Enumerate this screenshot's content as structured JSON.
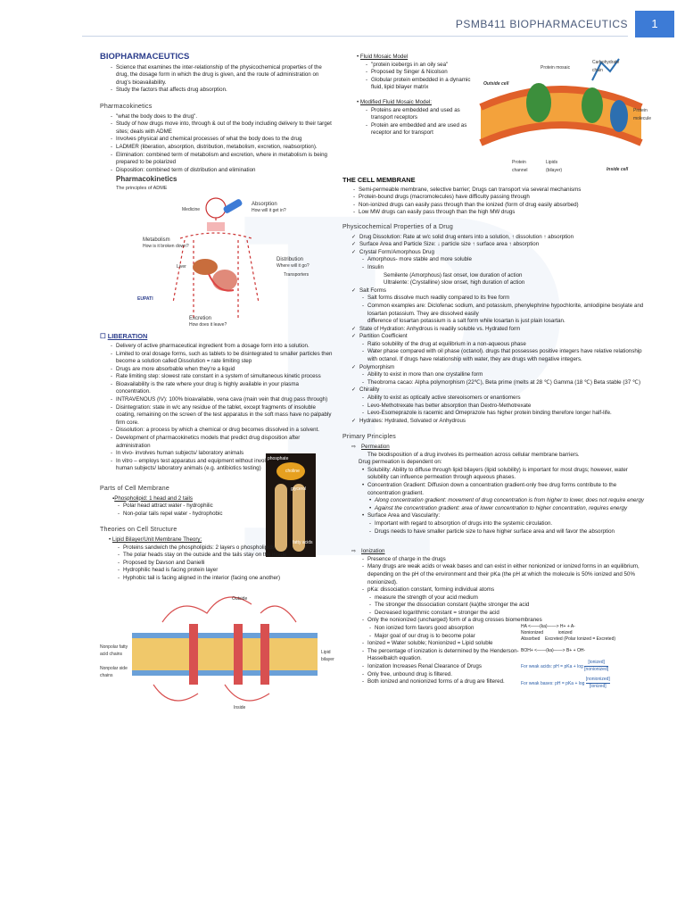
{
  "header": {
    "title": "PSMB411 BIOPHARMACEUTICS",
    "page": "1"
  },
  "left": {
    "bio_title": "BIOPHARMACEUTICS",
    "bio_items": [
      "Science that examines the inter-relationship of the physicochemical properties of the drug, the dosage form in which the drug is given, and the route of administration on drug's bioavailability.",
      "Study the factors that affects drug absorption."
    ],
    "pk_title": "Pharmacokinetics",
    "pk_items": [
      "\"what the body does to the drug\".",
      "Study of how drugs move into, through & out of the body including delivery to their target sites; deals with ADME",
      "Involves physical and chemical processes of what the body does to the drug",
      "LADMER (liberation, absorption, distribution, metabolism, excretion, reabsorption).",
      "Elimination: combined term of metabolism and excretion, where in metabolism is being prepared to be polarized",
      "Disposition: combined term of distribution and elimination"
    ],
    "adme_fig": {
      "title": "Pharmacokinetics",
      "subtitle": "The principles of ADME",
      "medicine": "Medicine",
      "absorption": "Absorption",
      "absorption_q": "How will it get in?",
      "metabolism": "Metabolism",
      "metabolism_q": "How is it broken down?",
      "liver": "Liver",
      "distribution": "Distribution",
      "distribution_q": "Where will it go?",
      "transporters": "Transporters",
      "excretion": "Excretion",
      "excretion_q": "How does it leave?",
      "logo": "EUPATI"
    },
    "lib_title": "LIBERATION",
    "lib_items": [
      "Delivery of active pharmaceutical ingredient from a dosage form into a solution.",
      "Limited to oral dosage forms, such as tablets to be disintegrated to smaller particles then become a solution called Dissolution = rate limiting step",
      "Drugs are more absorbable when they're a liquid",
      "Rate limiting step: slowest rate constant in a system of simultaneous kinetic process",
      "Bioavailability is the rate where your drug is highly available in your plasma concentration.",
      "INTRAVENOUS (IV): 100% bioavailable, vena cava (main vein that drug pass through)",
      "Disintegration: state in w/c any residue of the tablet, except fragments of insoluble coating, remaining on the screen of the test apparatus in the soft mass have no palpably firm core.",
      "Dissolution: a process by which a chemical or drug becomes dissolved in a solvent.",
      "Development of pharmacokinetics models that predict drug disposition after administration",
      "In vivo- involves human subjects/ laboratory animals",
      "In vitro – employs test apparatus and equipment without involving human subjects/ laboratory animals (e.g. antibiotics testing)"
    ],
    "parts_title": "Parts of Cell Membrane",
    "parts_lead": "Phospholipid: 1 head and 2 tails",
    "parts_items": [
      "Polar head attract water - hydrophilic",
      "Non-polar tails repel water - hydrophobic"
    ],
    "phospho_fig": {
      "phosphate": "phosphate",
      "choline": "choline",
      "glycerol": "glycerol",
      "fatty": "fatty acids"
    },
    "theory_title": "Theories on Cell Structure",
    "theory_lead": "Lipid Bilayer/Unit Membrane Theory:",
    "theory_items": [
      "Proteins sandwich the phospholipids: 2 layers o phospholipids",
      "The polar heads stay on the outside and the tails stay on the inside",
      "Proposed by Davson and Danielli",
      "Hydrophilic head is facing protein layer",
      "Hyphobic tail is facing aligned in the interior (facing one another)"
    ],
    "bilayer_fig": {
      "outside": "Outside",
      "inside": "Inside",
      "nonpolar": "Nonpolar fatty acid chains",
      "polar": "Nonpolar side chains",
      "lipid": "Lipid bilayer"
    }
  },
  "right": {
    "fluid_lead": "Fluid Mosaic Model",
    "fluid_items": [
      "\"protein icebergs in an oily sea\"",
      "Proposed by Singer & Nicolson",
      "Globular protein embedded in a dynamic fluid, lipid bilayer matrix"
    ],
    "mod_lead": "Modified Fluid Mosaic Model:",
    "mod_items": [
      "Proteins are embedded and used as transport receptors",
      "Protein are embedded and are used as receptor and for transport"
    ],
    "mosaic_fig": {
      "carbohydrate": "Carbohydrate chain",
      "protein_mol": "Protein molecule",
      "outside": "Outside cell",
      "inside": "Inside cell",
      "protein_mosaic": "Protein mosaic",
      "protein_channel": "Protein channel",
      "lipid": "Lipids (bilayer)"
    },
    "cell_title": "THE CELL MEMBRANE",
    "cell_items": [
      "Semi-permeable membrane, selective barrier; Drugs can transport via several mechanisms",
      "Protein-bound drugs (macromolecules) have difficulty passing through",
      "Non-ionized drugs can easily pass through than the ionized (form of drug easily absorbed)",
      "Low MW drugs can easily pass through than the high MW drugs"
    ],
    "phys_title": "Physicochemical Properties of a Drug",
    "phys1": "Drug Dissolution: Rate at w/c solid drug enters into a solution, ↑ dissolution ↑ absorption",
    "phys2": "Surface Area and Particle Size: ↓ particle size ↑ surface area ↑ absorption",
    "phys3": "Crystal Form/Amorphous Drug",
    "phys3a": "Amorphous- more stable and more soluble",
    "phys3b": "Insulin",
    "phys3c": "Semilente (Amorphous) fast onset, low duration of action",
    "phys3d": "Ultralente: (Crystalline) slow onset, high duration of action",
    "phys4": "Salt Forms",
    "phys4a": "Salt forms dissolve much readily compared to its free form",
    "phys4b": "Common examples are: Diclofenac sodium, and potassium, phenylephrine hypochlorite, amlodipine besylate and losartan potassium. They are dissolved easily",
    "phys4c": "difference of losartan potassium is a salt form while losartan is just plain losartan.",
    "phys5": "State of Hydration: Anhydrous is readily soluble vs. Hydrated form",
    "phys6": "Partition Coefficient",
    "phys6a": "Ratio solubility of the drug at equilibrium in a non-aqueous phase",
    "phys6b": "Water phase compared with oil phase (octanol). drugs that possesses positive integers have relative relationship with octanol. If drugs have relationship with water, they are drugs with negative integers.",
    "phys7": "Polymorphism",
    "phys7a": "Ability to exist in more than one crystalline form",
    "phys7b": "Theobroma cacao: Alpha polymorphism (22℃), Beta prime (melts at 28 ℃) Gamma (18 ℃) Beta stable (37 ℃)",
    "phys8": "Chirality",
    "phys8a": "Ability to exist as optically active stereoisomers or enantiomers",
    "phys8b": "Levo-Methotrexate has better absorption than Dextro-Methotrexate",
    "phys8c": "Levo-Esomeprazole is racemic and Omeprazole has higher protein binding therefore longer half-life.",
    "phys9": "Hydrates: Hydrated, Solvated or Anhydrous",
    "prim_title": "Primary Principles",
    "perm": "Permeation",
    "perm1": "The biodisposition of a drug involves its permeation across cellular membrane barriers.",
    "perm2": "Drug permeation is dependent on:",
    "perm_sol": "Solubility: Ability to diffuse through lipid bilayers (lipid solubility) is important for most drugs; however, water solubility can influence permeation through aqueous phases.",
    "perm_cg": "Concentration Gradient: Diffusion down a concentration gradient-only free drug forms contribute to the concentration gradient.",
    "perm_cg1": "Along concentration gradient: movement of drug concentration is from higher to lower, does not require energy",
    "perm_cg2": "Against the concentration gradient: area of lower concentration to higher concentration, requires energy",
    "perm_sa": "Surface Area and Vascularity:",
    "perm_sa1": "Important with regard to absorption of drugs into the systemic circulation.",
    "perm_sa2": "Drugs needs to have smaller particle size to have higher surface area and will favor the absorption",
    "ion": "Ionization",
    "ion_items": [
      "Presence of charge in the drugs",
      "Many drugs are weak acids or weak bases and can exist in either nonionized or ionized forms in an equilibrium, depending on the pH of the environment and their pKa (the pH at which the molecule is 50% ionized and 50% nonionized).",
      "pKa: dissociation constant, forming individual atoms"
    ],
    "ion_sub": [
      "measure the strength of your acid medium",
      "The stronger the dissociation constant (ka)the stronger the acid",
      "Decreased logarithmic constant = stronger the acid"
    ],
    "ion_more": "Only the nonionized (uncharged) form of a drug crosses biomembranes",
    "ion_sub2": [
      "Non ionized form favors good absorption",
      "Major goal of our drug is to become polar"
    ],
    "ion_rest": [
      "Ionized = Water soluble; Nonionized = Lipid soluble",
      "The percentage of ionization is determined by the Henderson-Hasselbalch equation.",
      "Ionization Increases Renal Clearance of Drugs",
      "Only free, unbound drug is filtered.",
      "Both ionized and nonionized forms of a drug are filtered."
    ],
    "eq": {
      "ha": "HA",
      "arrow": "<——(ka)——>",
      "ha_prod": "H+ + A-",
      "nonionized": "Nonionized",
      "absorbed": "Absorbed",
      "ionized": "ionized",
      "excreted": "Excreted (Polar Ionized = Excreted)",
      "boh": "BOH+",
      "boh_prod": "B+ + OH-",
      "acid": "For weak acids: pH = pKa + log",
      "acid_num": "[ionized]",
      "acid_den": "[nonionized]",
      "base": "For weak bases: pH = pKa + log",
      "base_num": "[nonionized]",
      "base_den": "[ionized]"
    }
  },
  "colors": {
    "accent": "#3d7bd6",
    "title": "#2b3d8c"
  }
}
